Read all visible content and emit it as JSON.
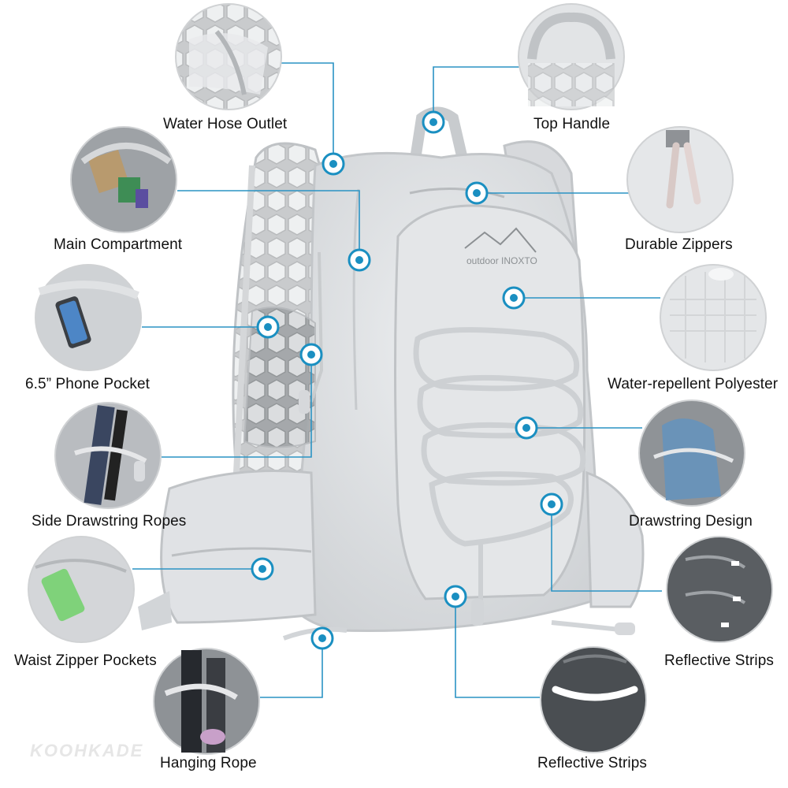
{
  "brand": {
    "logo_text": "outdoor INOXTO",
    "watermark": "KOOHKADE"
  },
  "colors": {
    "accent": "#1a8fc1",
    "line": "#2a93c4",
    "bag": "#e3e5e7"
  },
  "features": [
    {
      "id": "water-hose-outlet",
      "label": "Water Hose Outlet"
    },
    {
      "id": "top-handle",
      "label": "Top Handle"
    },
    {
      "id": "main-compartment",
      "label": "Main Compartment"
    },
    {
      "id": "durable-zippers",
      "label": "Durable Zippers"
    },
    {
      "id": "phone-pocket",
      "label": "6.5” Phone Pocket"
    },
    {
      "id": "water-repellent",
      "label": "Water-repellent Polyester"
    },
    {
      "id": "side-drawstring",
      "label": "Side Drawstring Ropes"
    },
    {
      "id": "drawstring-design",
      "label": "Drawstring Design"
    },
    {
      "id": "waist-zipper",
      "label": "Waist Zipper Pockets"
    },
    {
      "id": "reflective-strips-1",
      "label": "Reflective Strips"
    },
    {
      "id": "hanging-rope",
      "label": "Hanging Rope"
    },
    {
      "id": "reflective-strips-2",
      "label": "Reflective Strips"
    }
  ]
}
